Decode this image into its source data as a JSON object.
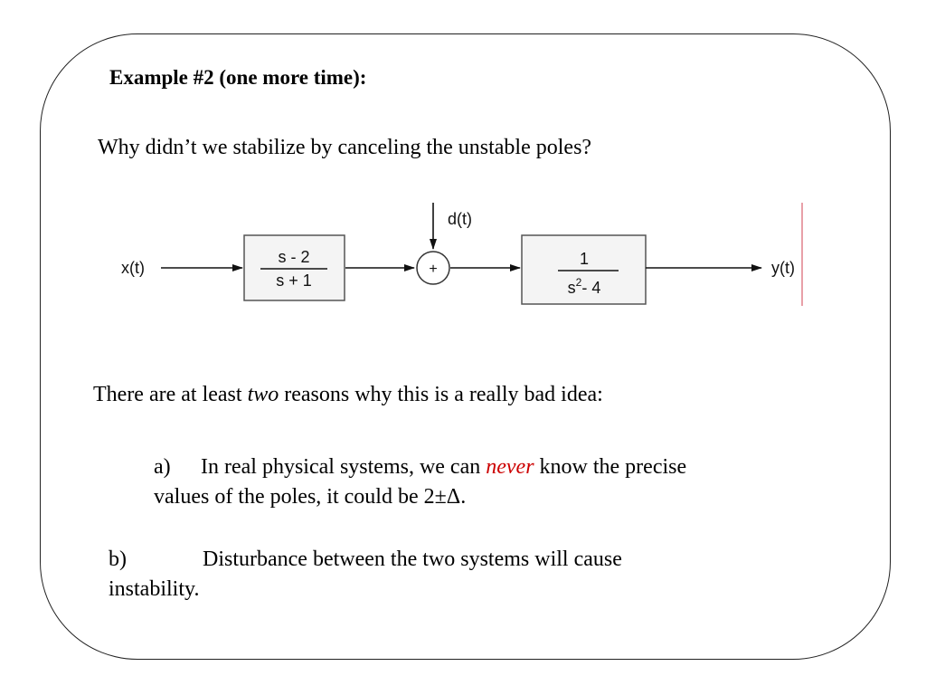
{
  "slide": {
    "title": "Example #2 (one more time):",
    "question": "Why didn’t we stabilize by canceling the unstable poles?",
    "reasons_intro": {
      "before": "There are at least ",
      "emphasis": "two",
      "after": " reasons why this is a really bad idea:"
    },
    "item_a": {
      "marker": "a)",
      "before": "In real physical systems, we can ",
      "emphasis": "never",
      "after": " know the precise values of the poles, it could be 2±Δ.",
      "emphasis_color": "#cc0000"
    },
    "item_b": {
      "marker": "b)",
      "text": "Disturbance between the two systems will cause instability."
    }
  },
  "diagram": {
    "input_label": "x(t)",
    "disturbance_label": "d(t)",
    "summer_symbol": "+",
    "output_label": "y(t)",
    "block1": {
      "numerator": "s - 2",
      "denominator": "s + 1"
    },
    "block2": {
      "numerator": "1",
      "denominator_base": "s",
      "denominator_exp": "2",
      "denominator_rest": "- 4"
    },
    "accent_line_color": "#e8a0a8"
  }
}
